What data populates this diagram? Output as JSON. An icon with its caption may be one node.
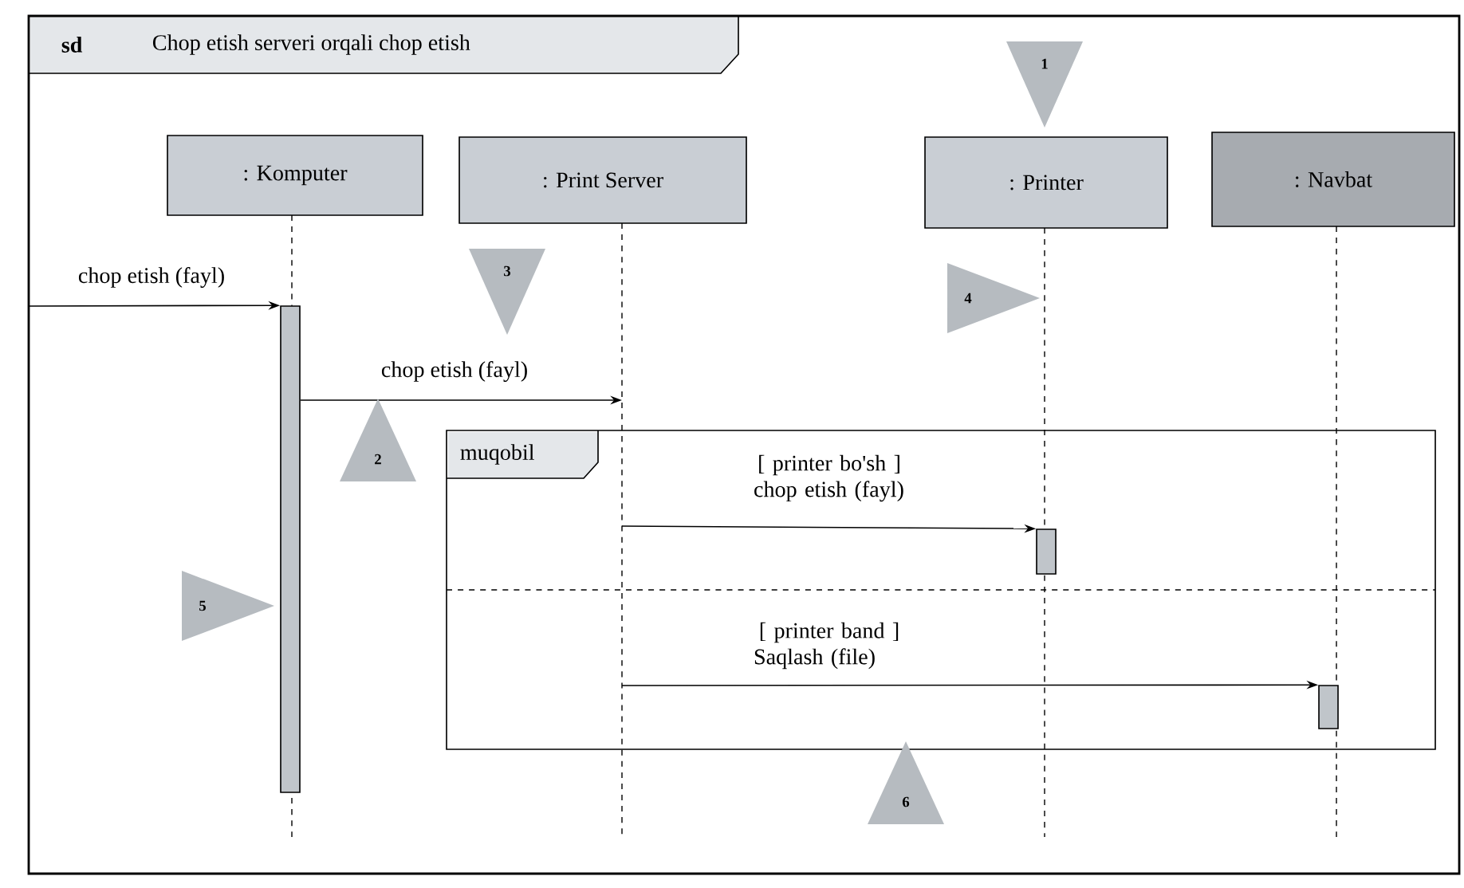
{
  "diagram": {
    "nodes": [
      {
        "text": [
          "sd",
          "Chop etish serveri orqali chop etish"
        ]
      },
      {
        "text": [
          ": Komputer"
        ],
        "in": 0
      },
      {
        "text": [
          ": Print Server"
        ],
        "in": 0
      },
      {
        "text": [
          ": Printer"
        ],
        "in": 0
      },
      {
        "text": [
          ": Navbat"
        ],
        "in": 0
      },
      {
        "text": [],
        "shape": "bar",
        "in": 0
      },
      {
        "text": [
          "muqobil"
        ],
        "in": 0
      },
      {
        "text": [],
        "shape": "bar",
        "in": 6
      },
      {
        "text": [],
        "shape": "bar",
        "in": 6
      }
    ],
    "edges": [
      {
        "from": null,
        "to": 5,
        "arrow": "to",
        "label": "chop etish (fayl)"
      },
      {
        "from": 5,
        "to": null,
        "arrow": "to",
        "label": "chop etish (fayl)"
      },
      {
        "from": null,
        "to": 7,
        "arrow": "to",
        "label": "[ printer bo'sh ] chop etish (fayl)"
      },
      {
        "from": null,
        "to": 8,
        "arrow": "to",
        "label": "[ printer band ] Saqlash (file)"
      }
    ],
    "labels": [
      "1",
      "2",
      "3",
      "4",
      "5",
      "6"
    ]
  }
}
